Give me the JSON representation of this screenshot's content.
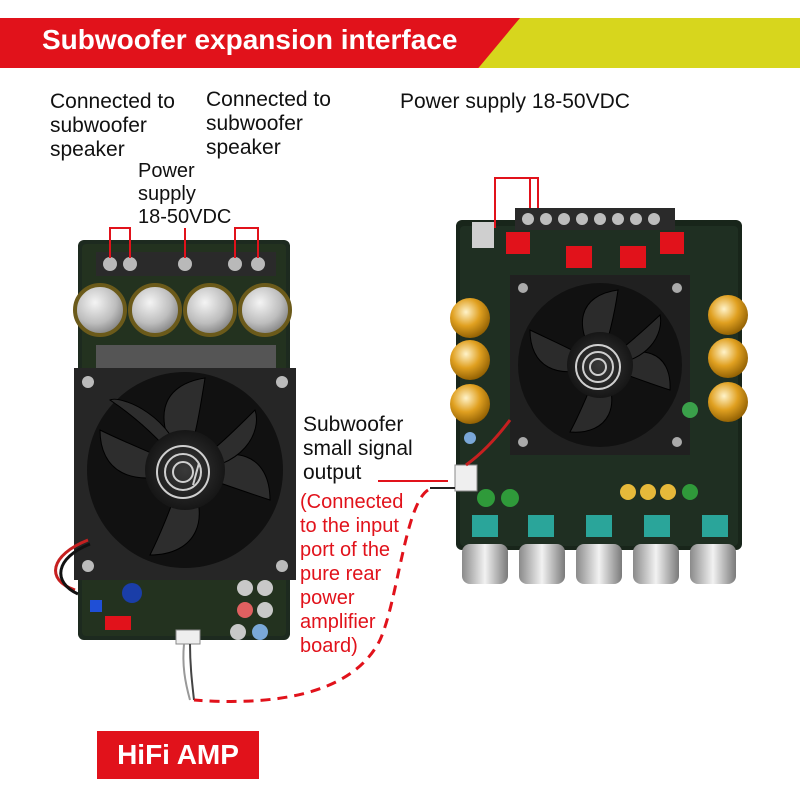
{
  "header": {
    "title": "Subwoofer expansion interface"
  },
  "left_board": {
    "label_speaker_1": "Connected to\nsubwoofer\nspeaker",
    "label_speaker_2": "Connected to\nsubwoofer\nspeaker",
    "label_power": "Power\nsupply\n18-50VDC"
  },
  "right_board": {
    "label_power": "Power supply 18-50VDC",
    "label_output": "Subwoofer\nsmall signal\noutput",
    "note_connection": "(Connected\nto the input\nport of the\npure rear\npower\namplifier\nboard)"
  },
  "badge": {
    "text": "HiFi AMP"
  },
  "colors": {
    "accent_red": "#e1121b",
    "accent_yellow": "#d7d61d"
  }
}
